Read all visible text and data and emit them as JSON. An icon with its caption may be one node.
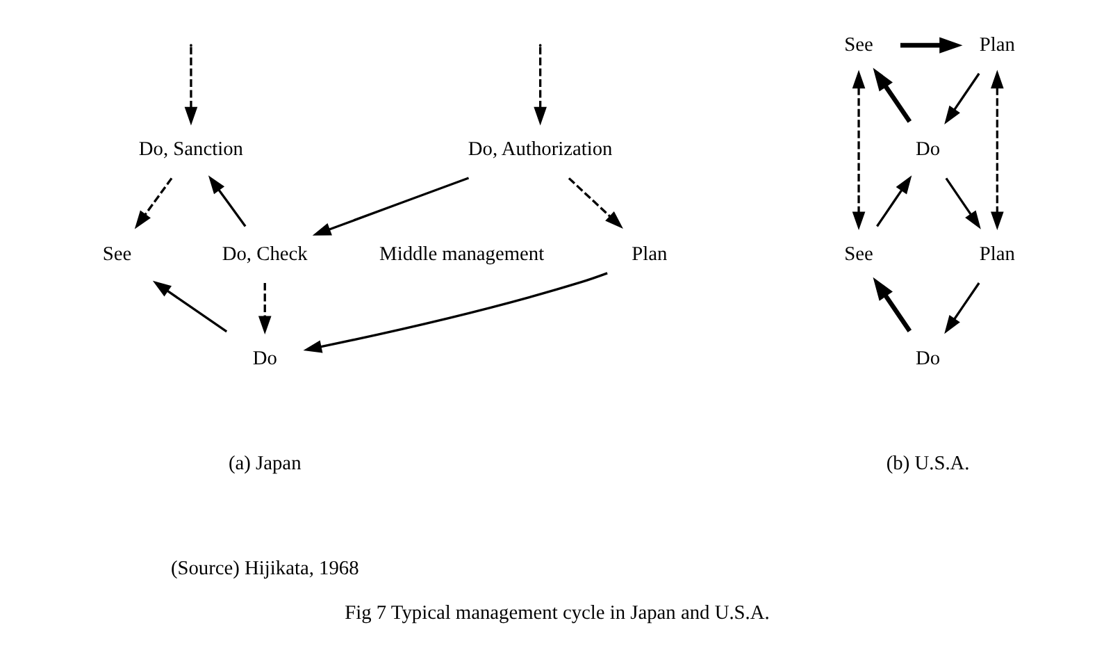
{
  "diagram": {
    "caption": "Fig 7 Typical management cycle in Japan and U.S.A.",
    "nodes": [
      {
        "text": [
          "Do, Authorization"
        ]
      },
      {
        "text": [
          "Do, Sanction"
        ]
      },
      {
        "text": [
          "Plan"
        ]
      },
      {
        "text": [
          "Do, Check"
        ]
      },
      {
        "text": [
          "See"
        ]
      },
      {
        "text": [
          "Do"
        ]
      },
      {
        "text": [
          "Plan"
        ]
      },
      {
        "text": [
          "See"
        ]
      },
      {
        "text": [
          "Do"
        ]
      },
      {
        "text": [
          "Plan"
        ]
      },
      {
        "text": [
          "See"
        ]
      },
      {
        "text": [
          "Do"
        ]
      }
    ],
    "edges": [
      {
        "from": null,
        "to": 0,
        "arrow": "to",
        "style": "dashed"
      },
      {
        "from": null,
        "to": 1,
        "arrow": "to",
        "style": "dashed"
      },
      {
        "from": 0,
        "to": 2,
        "arrow": "to",
        "style": "dashed"
      },
      {
        "from": 0,
        "to": 3,
        "arrow": "to"
      },
      {
        "from": 3,
        "to": 1,
        "arrow": "to"
      },
      {
        "from": 1,
        "to": 4,
        "arrow": "to",
        "style": "dashed"
      },
      {
        "from": 2,
        "to": 5,
        "arrow": "to"
      },
      {
        "from": 3,
        "to": 5,
        "arrow": "to",
        "style": "dashed"
      },
      {
        "from": 5,
        "to": 4,
        "arrow": "to"
      },
      {
        "from": 7,
        "to": 6,
        "arrow": "to",
        "style": "thick"
      },
      {
        "from": 6,
        "to": 8,
        "arrow": "to"
      },
      {
        "from": 8,
        "to": 7,
        "arrow": "to",
        "style": "thick"
      },
      {
        "from": 6,
        "to": 9,
        "arrow": "both",
        "style": "dashed"
      },
      {
        "from": 7,
        "to": 10,
        "arrow": "both",
        "style": "dashed"
      },
      {
        "from": 8,
        "to": 9,
        "arrow": "to"
      },
      {
        "from": 10,
        "to": 8,
        "arrow": "to"
      },
      {
        "from": 9,
        "to": 11,
        "arrow": "to"
      },
      {
        "from": 11,
        "to": 10,
        "arrow": "to",
        "style": "thick"
      }
    ],
    "labels": [
      "Middle management",
      "(a) Japan",
      "(b) U.S.A.",
      "(Source) Hijikata, 1968"
    ]
  }
}
